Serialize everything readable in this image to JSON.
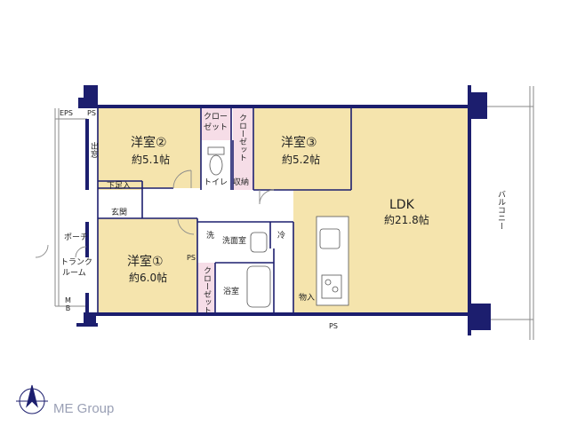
{
  "rooms": {
    "western2": {
      "name": "洋室②",
      "size": "約5.1帖"
    },
    "western3": {
      "name": "洋室③",
      "size": "約5.2帖"
    },
    "western1": {
      "name": "洋室①",
      "size": "約6.0帖"
    },
    "ldk": {
      "name": "LDK",
      "size": "約21.8帖"
    }
  },
  "labels": {
    "closet": "クローゼット",
    "closet_lines": [
      "クロー",
      "ゼット"
    ],
    "toilet": "トイレ",
    "storage": "収納",
    "shoe_storage": "下足入",
    "entrance": "玄関",
    "porch": "ポーチ",
    "trunk_room": [
      "トランク",
      "ルーム"
    ],
    "window": "出窓",
    "wash": "洗",
    "washroom": "洗面室",
    "cold": "冷",
    "bathroom": "浴室",
    "closet_storage": "物入",
    "ps": "PS",
    "eps": "EPS",
    "mb": "MB",
    "balcony": "バルコニー"
  },
  "brand": "ME Group",
  "colors": {
    "room_fill": "#f5e4ad",
    "wall": "#1c1e6e",
    "closet_fill": "#f6dde7",
    "wet_fill": "#ffffff",
    "hall_fill": "#ffffff",
    "balcony_line": "#7a7a7a"
  }
}
